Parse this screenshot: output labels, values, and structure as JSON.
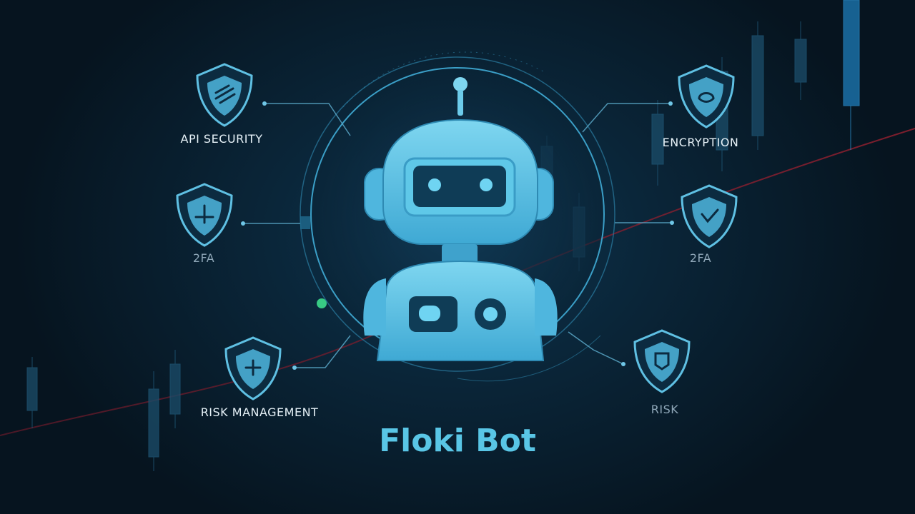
{
  "brand": {
    "title": "Floki Bot"
  },
  "features": [
    {
      "label": "API SECURITY",
      "icon": "shield-icon"
    },
    {
      "label": "2FA",
      "icon": "shield-icon"
    },
    {
      "label": "RISK MANAGEMENT",
      "icon": "shield-icon"
    },
    {
      "label": "ENCRYPTION",
      "icon": "shield-icon"
    },
    {
      "label": "2FA",
      "icon": "shield-icon"
    },
    {
      "label": "RISK",
      "icon": "shield-icon"
    }
  ],
  "colors": {
    "accent": "#59c6e6",
    "robot": "#5fc8e8",
    "background": "#071726",
    "trend_line": "#8a1e2e"
  }
}
